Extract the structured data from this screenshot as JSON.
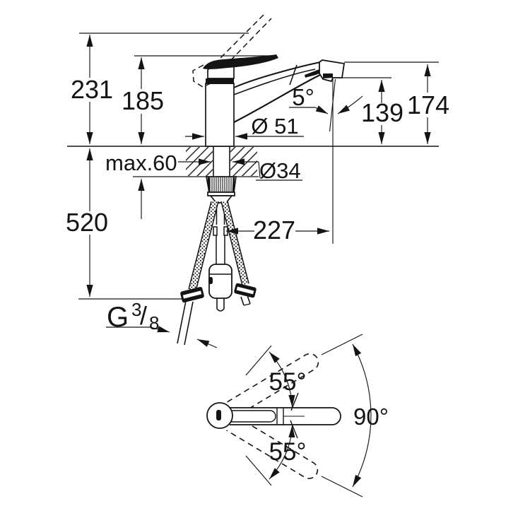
{
  "drawing": {
    "title": "faucet-installation-dimension-drawing",
    "subject": "single-lever kitchen faucet with pull-out spray, side view and swivel top view",
    "colors": {
      "line": "#141414",
      "background": "#ffffff"
    }
  },
  "labels": {
    "total_height": "231",
    "body_height": "185",
    "hose_length": "520",
    "max_thickness": "max.60",
    "base_dia": "Ø 51",
    "hole_dia": "Ø34",
    "spout_tilt": "5°",
    "outlet_height": "139",
    "top_height": "174",
    "projection": "227",
    "thread_g": "G",
    "thread_num": "3",
    "thread_slash": "/",
    "thread_den": "8",
    "swivel_up": "55°",
    "swivel_down": "55°",
    "swivel_range": "90°"
  }
}
